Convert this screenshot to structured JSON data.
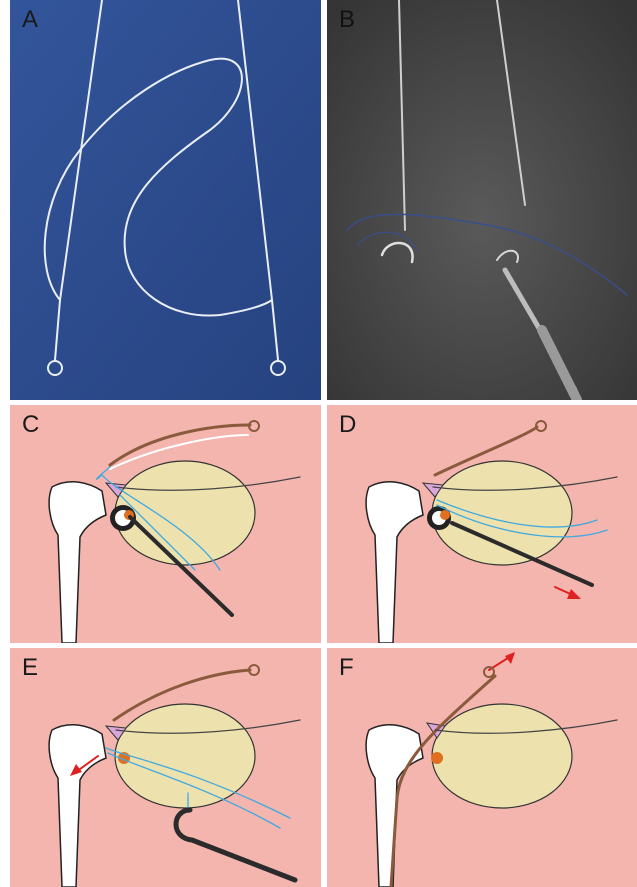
{
  "figure": {
    "panels": [
      {
        "label": "A",
        "kind": "photo"
      },
      {
        "label": "B",
        "kind": "photo"
      },
      {
        "label": "C",
        "kind": "schematic"
      },
      {
        "label": "D",
        "kind": "schematic"
      },
      {
        "label": "E",
        "kind": "schematic"
      },
      {
        "label": "F",
        "kind": "schematic"
      }
    ]
  },
  "colors": {
    "schematic_background": "#f3b5ae",
    "photo_a_background": "#2f4f94",
    "photo_b_background": "#454545",
    "lens_fill": "#ede2ae",
    "pink_wedge": "#d9a6d9",
    "orange_dot": "#e07020",
    "suture_blue": "#3fa9e0",
    "probe_dark": "#2b2b2b",
    "wire_brown": "#8a5a3c",
    "arrow_red": "#e02020"
  }
}
